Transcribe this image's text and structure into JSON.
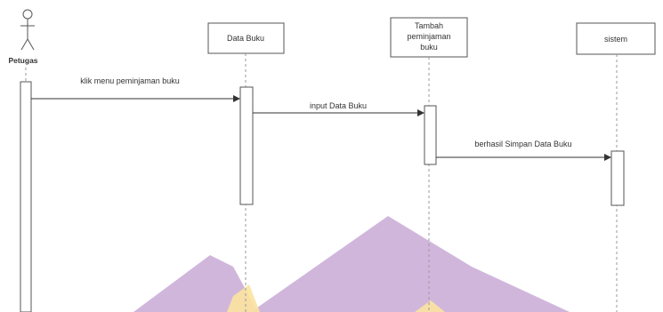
{
  "actor": {
    "name": "Petugas",
    "icon": "stick-figure-icon"
  },
  "lifelines": [
    {
      "id": "data-buku",
      "lines": [
        "Data Buku"
      ]
    },
    {
      "id": "tambah-peminjaman",
      "lines": [
        "Tambah",
        "peminjaman",
        "buku"
      ]
    },
    {
      "id": "sistem",
      "lines": [
        "sistem"
      ]
    }
  ],
  "messages": [
    {
      "label": "klik menu peminjaman buku"
    },
    {
      "label": "input Data Buku"
    },
    {
      "label": "berhasil Simpan Data Buku"
    }
  ],
  "colors": {
    "stroke": "#555555",
    "lifeline": "#999999",
    "watermark_purple": "#c9a9d6",
    "watermark_yellow": "#fbe3a0"
  }
}
